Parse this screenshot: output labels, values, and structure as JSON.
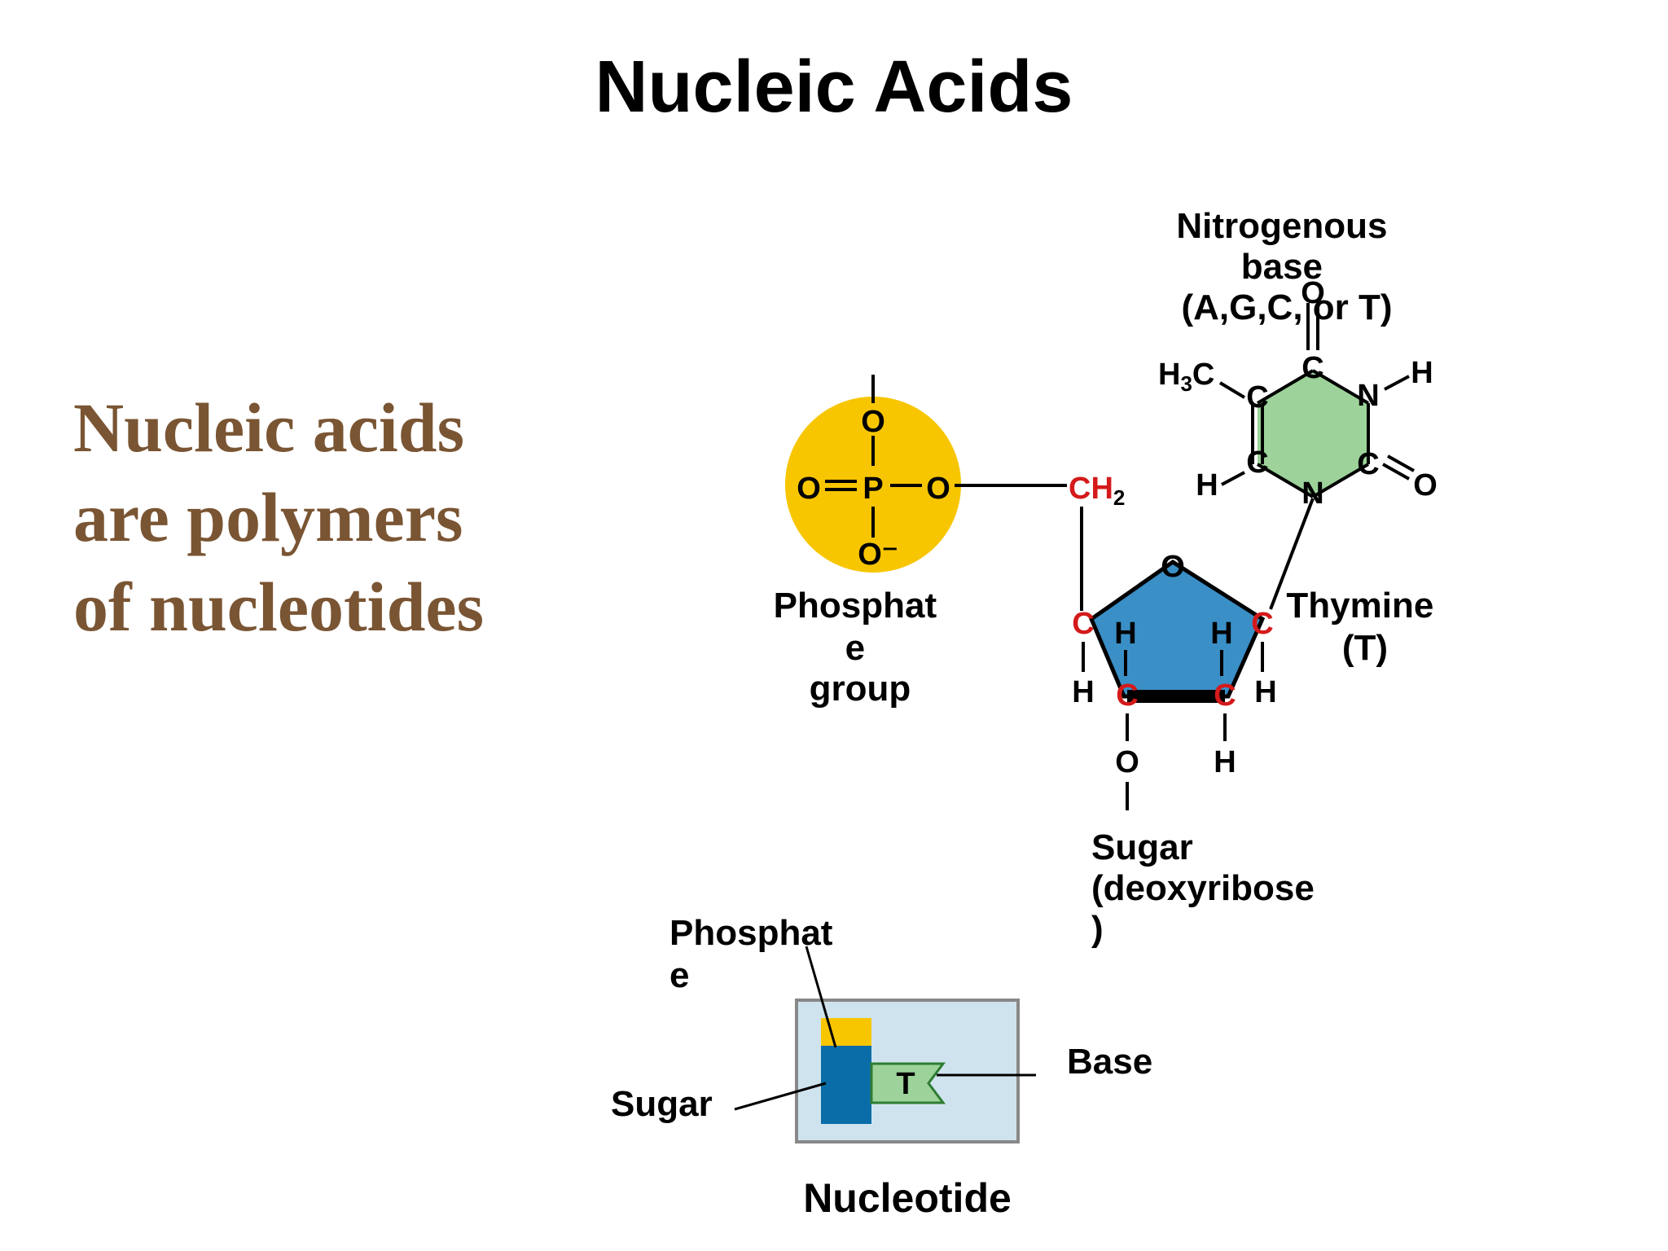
{
  "title": "Nucleic Acids",
  "lead_lines": [
    "Nucleic acids",
    "are polymers",
    "of nucleotides"
  ],
  "labels": {
    "nitrogenous_base": [
      "Nitrogenous",
      "base",
      "(A,G,C, or T)"
    ],
    "phosphate_group": [
      "Phosphat",
      "e",
      "group"
    ],
    "thymine": [
      "Thymine",
      "(T)"
    ],
    "sugar": [
      "Sugar",
      "(deoxyribose",
      ")"
    ]
  },
  "atoms": {
    "O": "O",
    "P": "P",
    "O_minus": "O⁻",
    "C": "C",
    "H": "H",
    "N": "N",
    "CH": "CH",
    "two": "2",
    "H3": "H",
    "three": "3"
  },
  "nucleotide_box": {
    "phosphate": [
      "Phosphat",
      "e"
    ],
    "sugar": "Sugar",
    "base": "Base",
    "base_letter": "T",
    "caption": "Nucleotide"
  },
  "colors": {
    "phosphate": "#f7c600",
    "sugar": "#3a8fc6",
    "base": "#9dd39a",
    "lead_text": "#7a5533",
    "carbon_highlight": "#d41a1a",
    "box_bg": "#cfe3ee"
  }
}
